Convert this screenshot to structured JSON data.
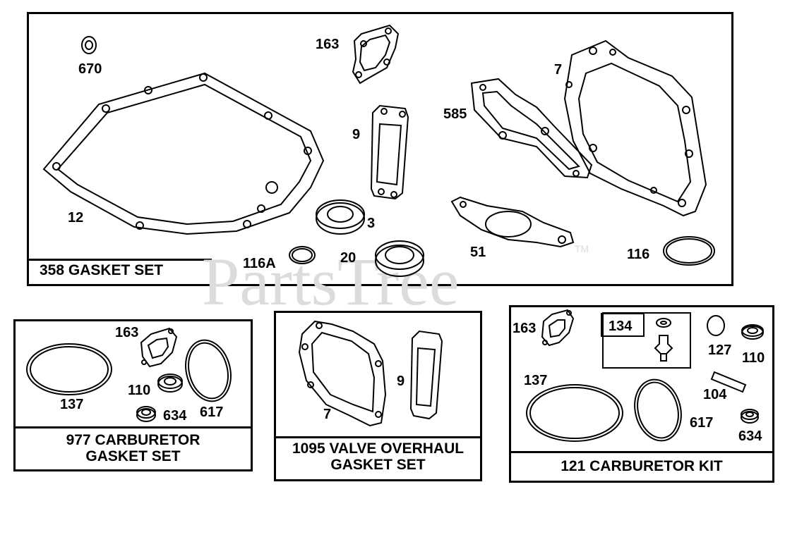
{
  "watermark": {
    "text": "PartsTree",
    "tm": "TM"
  },
  "panels": {
    "gasket_set": {
      "title": "358 GASKET SET",
      "parts": {
        "p670": "670",
        "p12": "12",
        "p163": "163",
        "p9": "9",
        "p3": "3",
        "p585": "585",
        "p7": "7",
        "p116a": "116A",
        "p20": "20",
        "p51": "51",
        "p116": "116"
      }
    },
    "carb_gasket_set": {
      "title_line1": "977 CARBURETOR",
      "title_line2": "GASKET SET",
      "parts": {
        "p163": "163",
        "p110": "110",
        "p137": "137",
        "p634": "634",
        "p617": "617"
      }
    },
    "valve_overhaul": {
      "title_line1": "1095 VALVE OVERHAUL",
      "title_line2": "GASKET SET",
      "parts": {
        "p9": "9",
        "p7": "7"
      }
    },
    "carb_kit": {
      "title": "121 CARBURETOR KIT",
      "parts": {
        "p163": "163",
        "p134": "134",
        "p127": "127",
        "p110": "110",
        "p137": "137",
        "p104": "104",
        "p617": "617",
        "p634": "634"
      }
    }
  }
}
